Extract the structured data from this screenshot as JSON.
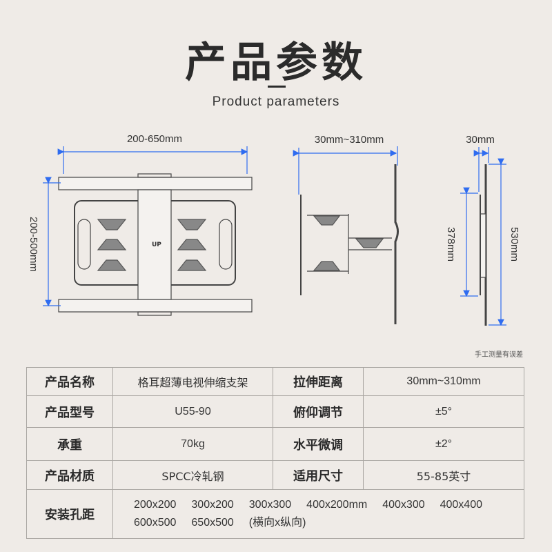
{
  "header": {
    "title": "产品参数",
    "subtitle": "Product parameters"
  },
  "diagrams": {
    "front_width": "200-650mm",
    "front_height": "200-500mm",
    "side_extension": "30mm~310mm",
    "profile_depth": "30mm",
    "profile_inner_height": "378mm",
    "profile_outer_height": "530mm",
    "up_label": "UP",
    "accent_color": "#2f6cf0"
  },
  "note": "手工测量有误差",
  "specs": {
    "rows": [
      {
        "label1": "产品名称",
        "value1": "格耳超薄电视伸缩支架",
        "label2": "拉伸距离",
        "value2": "30mm~310mm"
      },
      {
        "label1": "产品型号",
        "value1": "U55-90",
        "label2": "俯仰调节",
        "value2": "±5°"
      },
      {
        "label1": "承重",
        "value1": "70kg",
        "label2": "水平微调",
        "value2": "±2°"
      },
      {
        "label1": "产品材质",
        "value1": "SPCC冷轧钢",
        "label2": "适用尺寸",
        "value2": "55-85英寸"
      }
    ],
    "vesa_label": "安装孔距",
    "vesa_values": [
      "200x200",
      "300x200",
      "300x300",
      "400x200mm",
      "400x300",
      "400x400",
      "600x500",
      "650x500",
      "(横向x纵向)"
    ]
  }
}
